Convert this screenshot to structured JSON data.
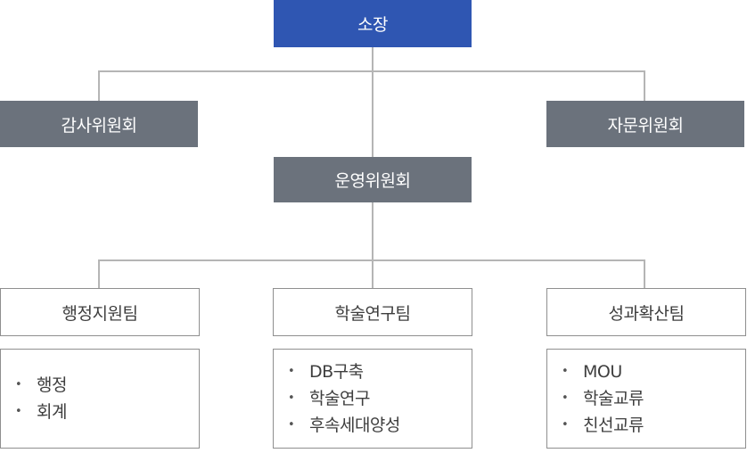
{
  "org_chart": {
    "head": "소장",
    "left_committee": "감사위원회",
    "right_committee": "자문위원회",
    "operating_committee": "운영위원회",
    "teams": [
      {
        "name": "행정지원팀",
        "duties": [
          "행정",
          "회계"
        ]
      },
      {
        "name": "학술연구팀",
        "duties": [
          "DB구축",
          "학술연구",
          "후속세대양성"
        ]
      },
      {
        "name": "성과확산팀",
        "duties": [
          "MOU",
          "학술교류",
          "친선교류"
        ]
      }
    ]
  },
  "colors": {
    "head_box": "#2f56b2",
    "committee_box": "#6b727c",
    "connector_line": "#b5b5b5",
    "box_border": "#8f8f8f"
  }
}
